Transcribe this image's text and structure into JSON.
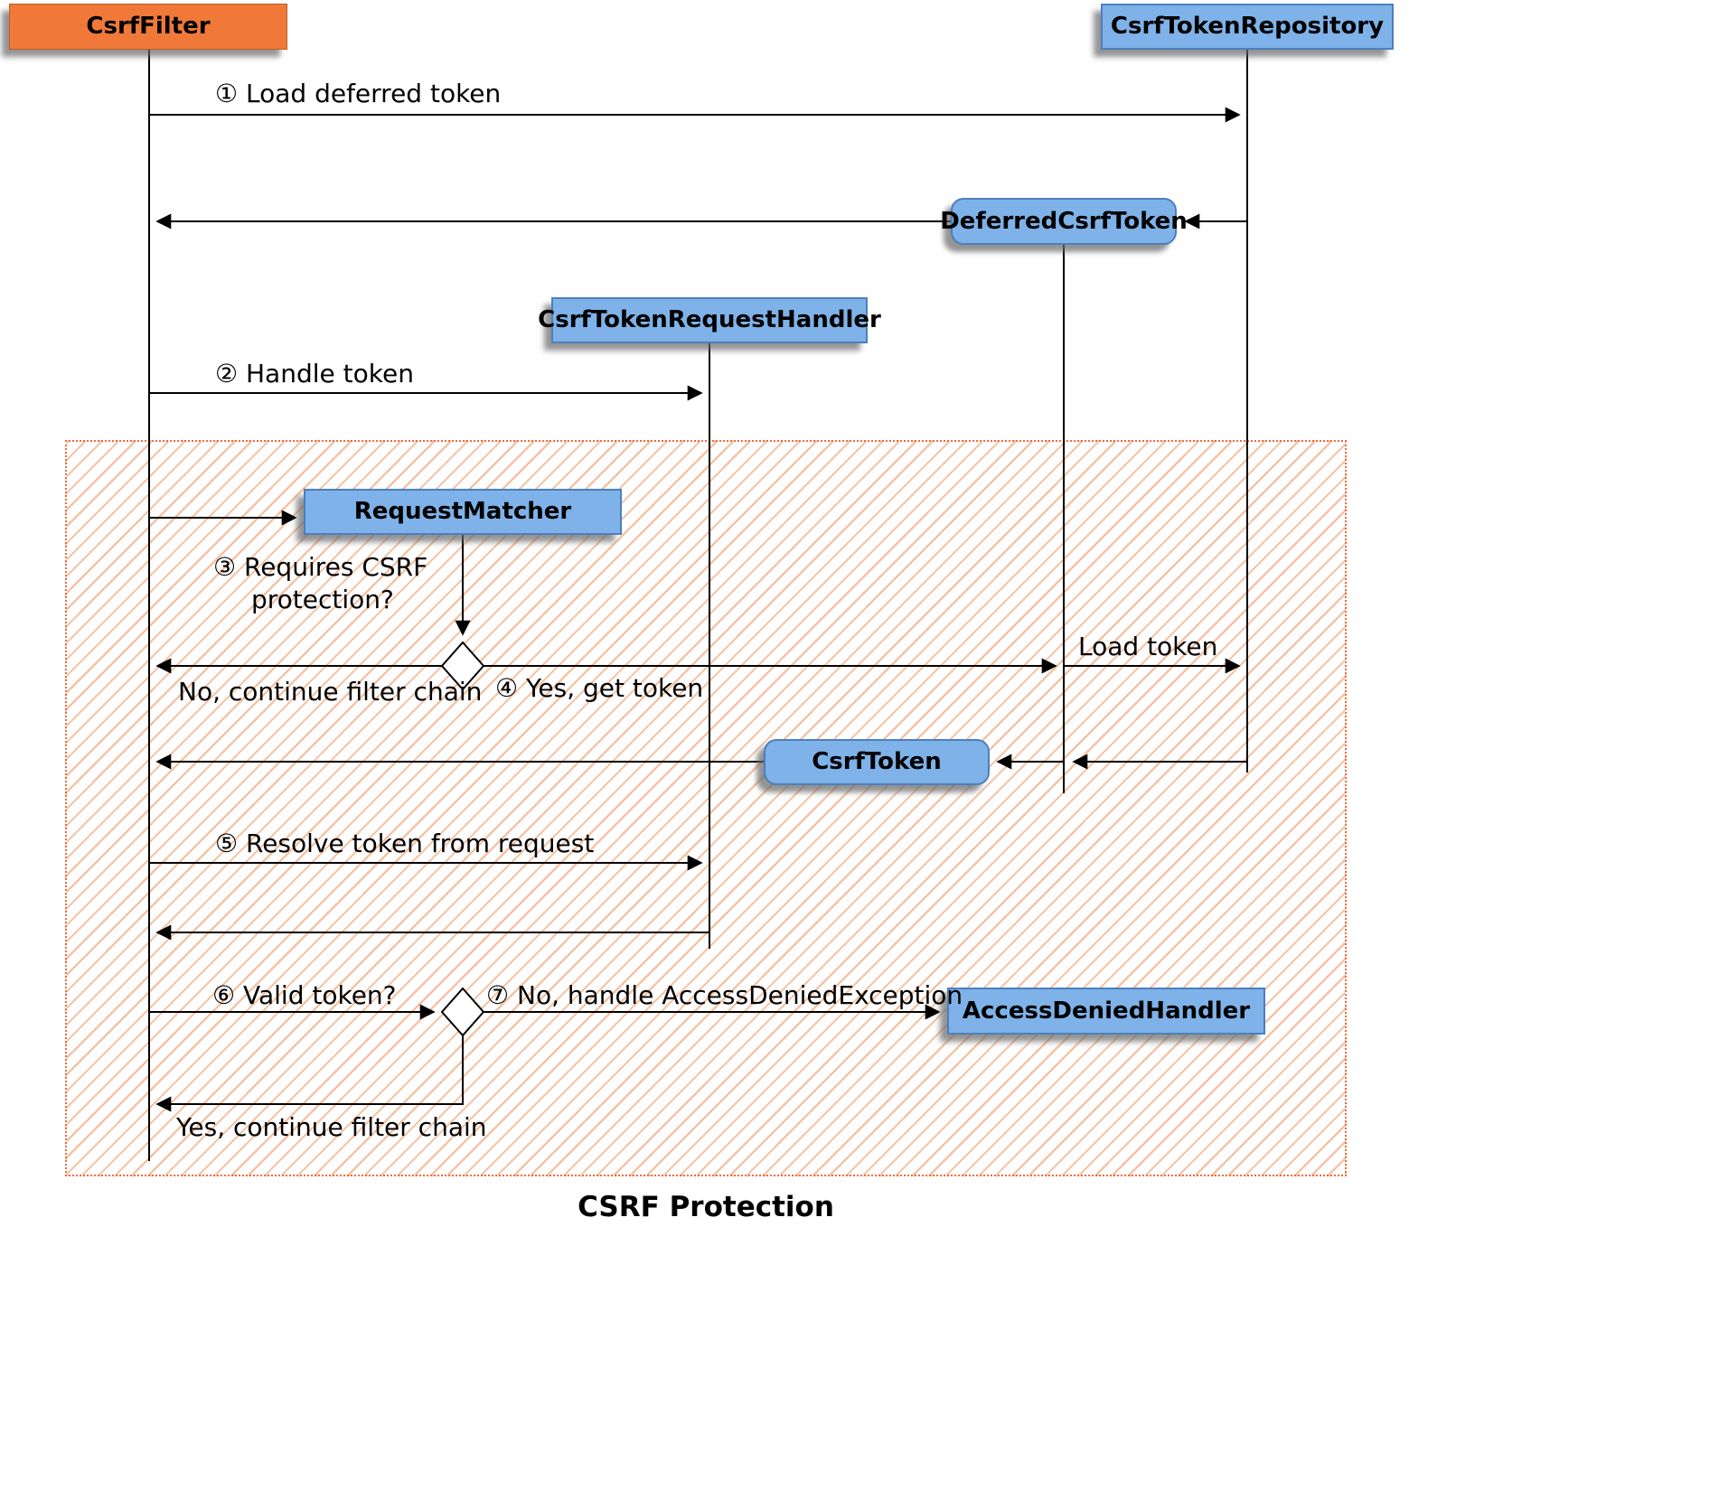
{
  "diagram": {
    "caption": "CSRF Protection",
    "actors": {
      "csrf_filter": "CsrfFilter",
      "csrf_token_repository": "CsrfTokenRepository"
    },
    "nodes": {
      "deferred_csrf_token": "DeferredCsrfToken",
      "csrf_token_request_handler": "CsrfTokenRequestHandler",
      "request_matcher": "RequestMatcher",
      "csrf_token": "CsrfToken",
      "access_denied_handler": "AccessDeniedHandler"
    },
    "messages": {
      "m1": "① Load deferred token",
      "m2": "② Handle token",
      "m3_line1": "③ Requires CSRF",
      "m3_line2": "protection?",
      "no_continue": "No, continue filter chain",
      "m4": "④ Yes, get token",
      "load_token": "Load token",
      "m5": "⑤ Resolve token from request",
      "m6": "⑥ Valid token?",
      "m7": "⑦ No, handle AccessDeniedException",
      "yes_continue": "Yes, continue filter chain"
    },
    "colors": {
      "actor_orange": "#F0793A",
      "node_blue": "#7EB2E8",
      "node_border": "#4C7FBE",
      "hatch_stripe": "#F6BD9B",
      "hatch_border": "#F16A3E"
    }
  }
}
